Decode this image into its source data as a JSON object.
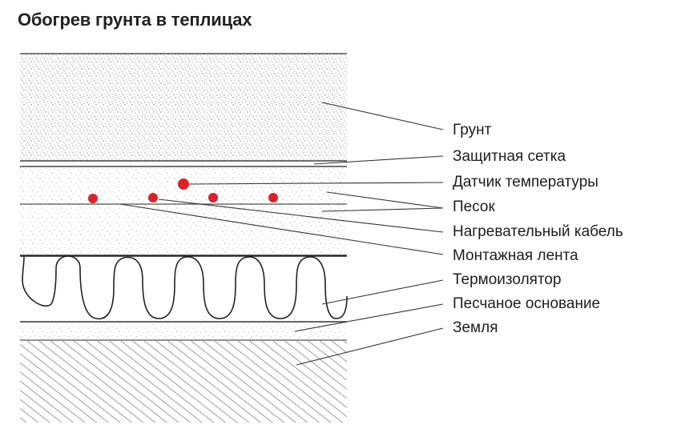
{
  "title": "Обогрев грунта в теплицах",
  "colors": {
    "line": "#333333",
    "sensor": "#d8232a",
    "speckle": "#9a9a9a"
  },
  "labels": [
    {
      "id": "grunt",
      "text": "Грунт"
    },
    {
      "id": "mesh",
      "text": "Защитная сетка"
    },
    {
      "id": "sensor",
      "text": "Датчик температуры"
    },
    {
      "id": "sand",
      "text": "Песок"
    },
    {
      "id": "cable",
      "text": "Нагревательный кабель"
    },
    {
      "id": "tape",
      "text": "Монтажная лента"
    },
    {
      "id": "insulator",
      "text": "Термоизолятор"
    },
    {
      "id": "sandbase",
      "text": "Песчаное основание"
    },
    {
      "id": "earth",
      "text": "Земля"
    }
  ]
}
